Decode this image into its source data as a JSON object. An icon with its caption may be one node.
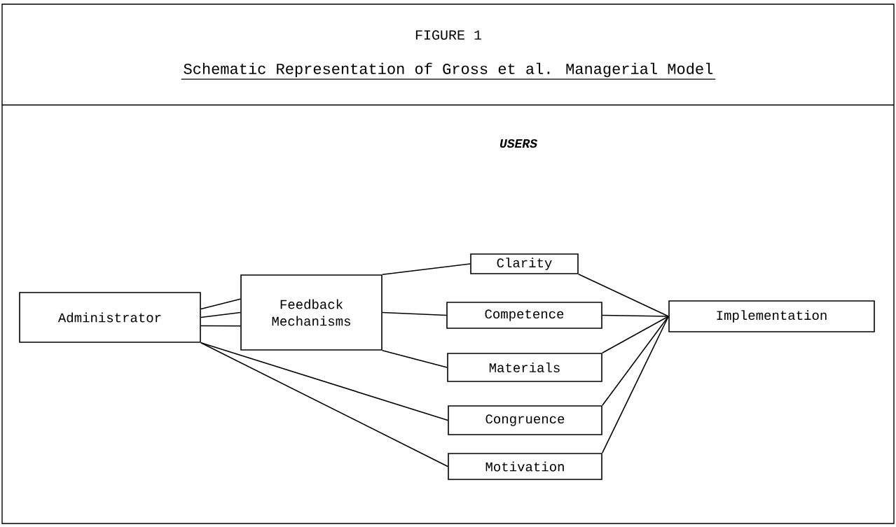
{
  "diagram": {
    "title": "FIGURE 1",
    "nodes": [
      {
        "text": [
          "Administrator"
        ]
      },
      {
        "text": [
          "Feedback Mechanisms"
        ]
      },
      {
        "text": [
          "Clarity"
        ]
      },
      {
        "text": [
          "Competence"
        ]
      },
      {
        "text": [
          "Materials"
        ]
      },
      {
        "text": [
          "Congruence"
        ]
      },
      {
        "text": [
          "Motivation"
        ]
      },
      {
        "text": [
          "Implementation"
        ]
      }
    ],
    "edges": [
      {
        "from": 0,
        "to": 1,
        "arrow": "none"
      },
      {
        "from": 0,
        "to": 1,
        "arrow": "none"
      },
      {
        "from": 0,
        "to": 1,
        "arrow": "none"
      },
      {
        "from": 1,
        "to": 2,
        "arrow": "none"
      },
      {
        "from": 1,
        "to": 3,
        "arrow": "none"
      },
      {
        "from": 1,
        "to": 4,
        "arrow": "none"
      },
      {
        "from": 0,
        "to": 5,
        "arrow": "none"
      },
      {
        "from": 0,
        "to": 6,
        "arrow": "none"
      },
      {
        "from": 2,
        "to": 7,
        "arrow": "none"
      },
      {
        "from": 3,
        "to": 7,
        "arrow": "none"
      },
      {
        "from": 4,
        "to": 7,
        "arrow": "none"
      },
      {
        "from": 5,
        "to": 7,
        "arrow": "none"
      },
      {
        "from": 6,
        "to": 7,
        "arrow": "none"
      }
    ],
    "labels": [
      "Schematic Representation of Gross et al. Managerial Model",
      "USERS"
    ]
  }
}
